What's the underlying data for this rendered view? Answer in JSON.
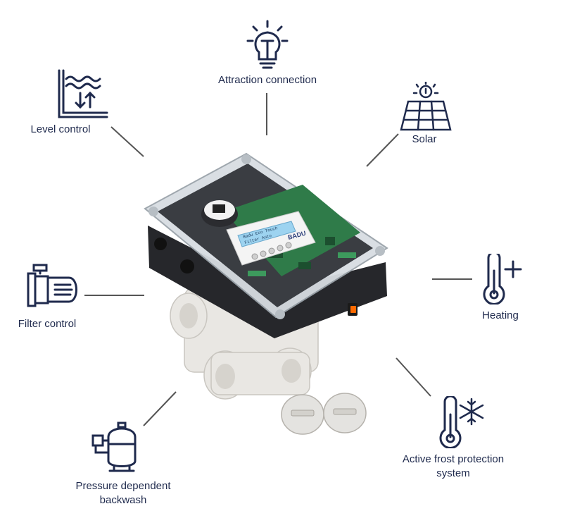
{
  "colors": {
    "icon": "#1f2a4d",
    "connector": "#555555",
    "enclosure": "#1e1f22",
    "pipe": "#e8e6e2",
    "board": "#2e7d4a",
    "lcd": "#9dd3f0",
    "switch": "#ff6a00"
  },
  "features": {
    "attraction": {
      "label": "Attraction connection",
      "icon": "bulb-icon"
    },
    "level": {
      "label": "Level control",
      "icon": "water-level-icon"
    },
    "solar": {
      "label": "Solar",
      "icon": "solar-panel-icon"
    },
    "filter": {
      "label": "Filter control",
      "icon": "pump-icon"
    },
    "heating": {
      "label": "Heating",
      "icon": "thermometer-plus-icon"
    },
    "backwash": {
      "label_line1": "Pressure dependent",
      "label_line2": "backwash",
      "icon": "sand-filter-icon"
    },
    "frost": {
      "label_line1": "Active frost protection",
      "label_line2": "system",
      "icon": "thermometer-snowflake-icon"
    }
  },
  "device": {
    "brand": "BADU",
    "lcd_line1": "Badu Eco Touch",
    "lcd_line2": "Filter Auto"
  }
}
